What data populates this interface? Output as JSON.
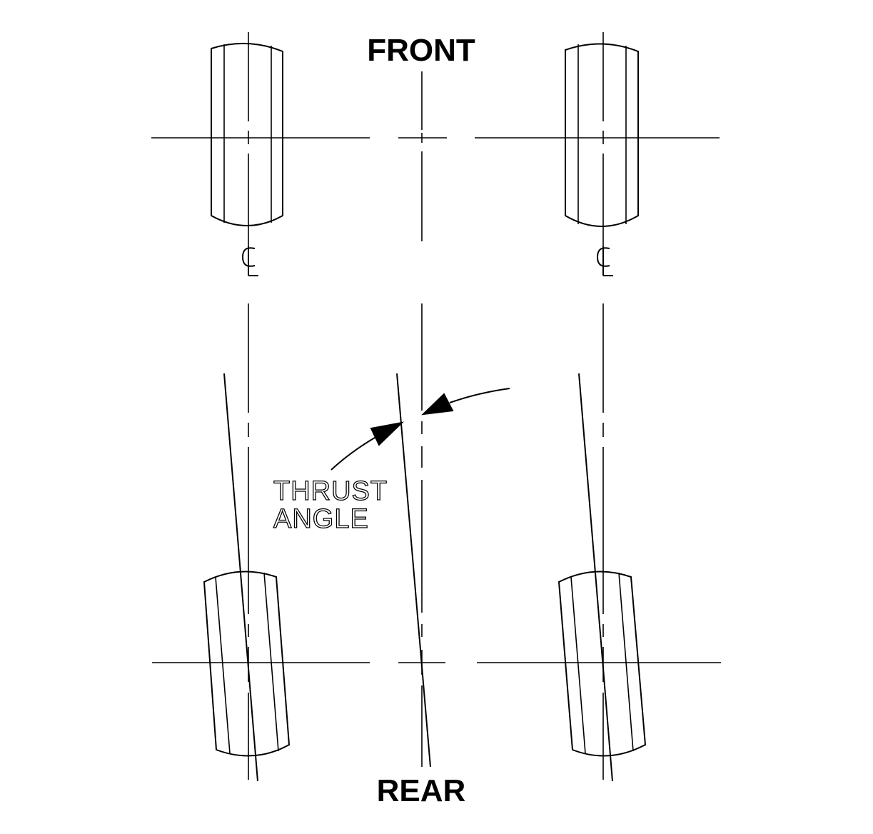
{
  "labels": {
    "front": "FRONT",
    "rear": "REAR",
    "thrust_line1": "THRUST",
    "thrust_line2": "ANGLE",
    "centerline_symbol": "CL"
  },
  "colors": {
    "ink": "#000000",
    "background": "#ffffff"
  }
}
